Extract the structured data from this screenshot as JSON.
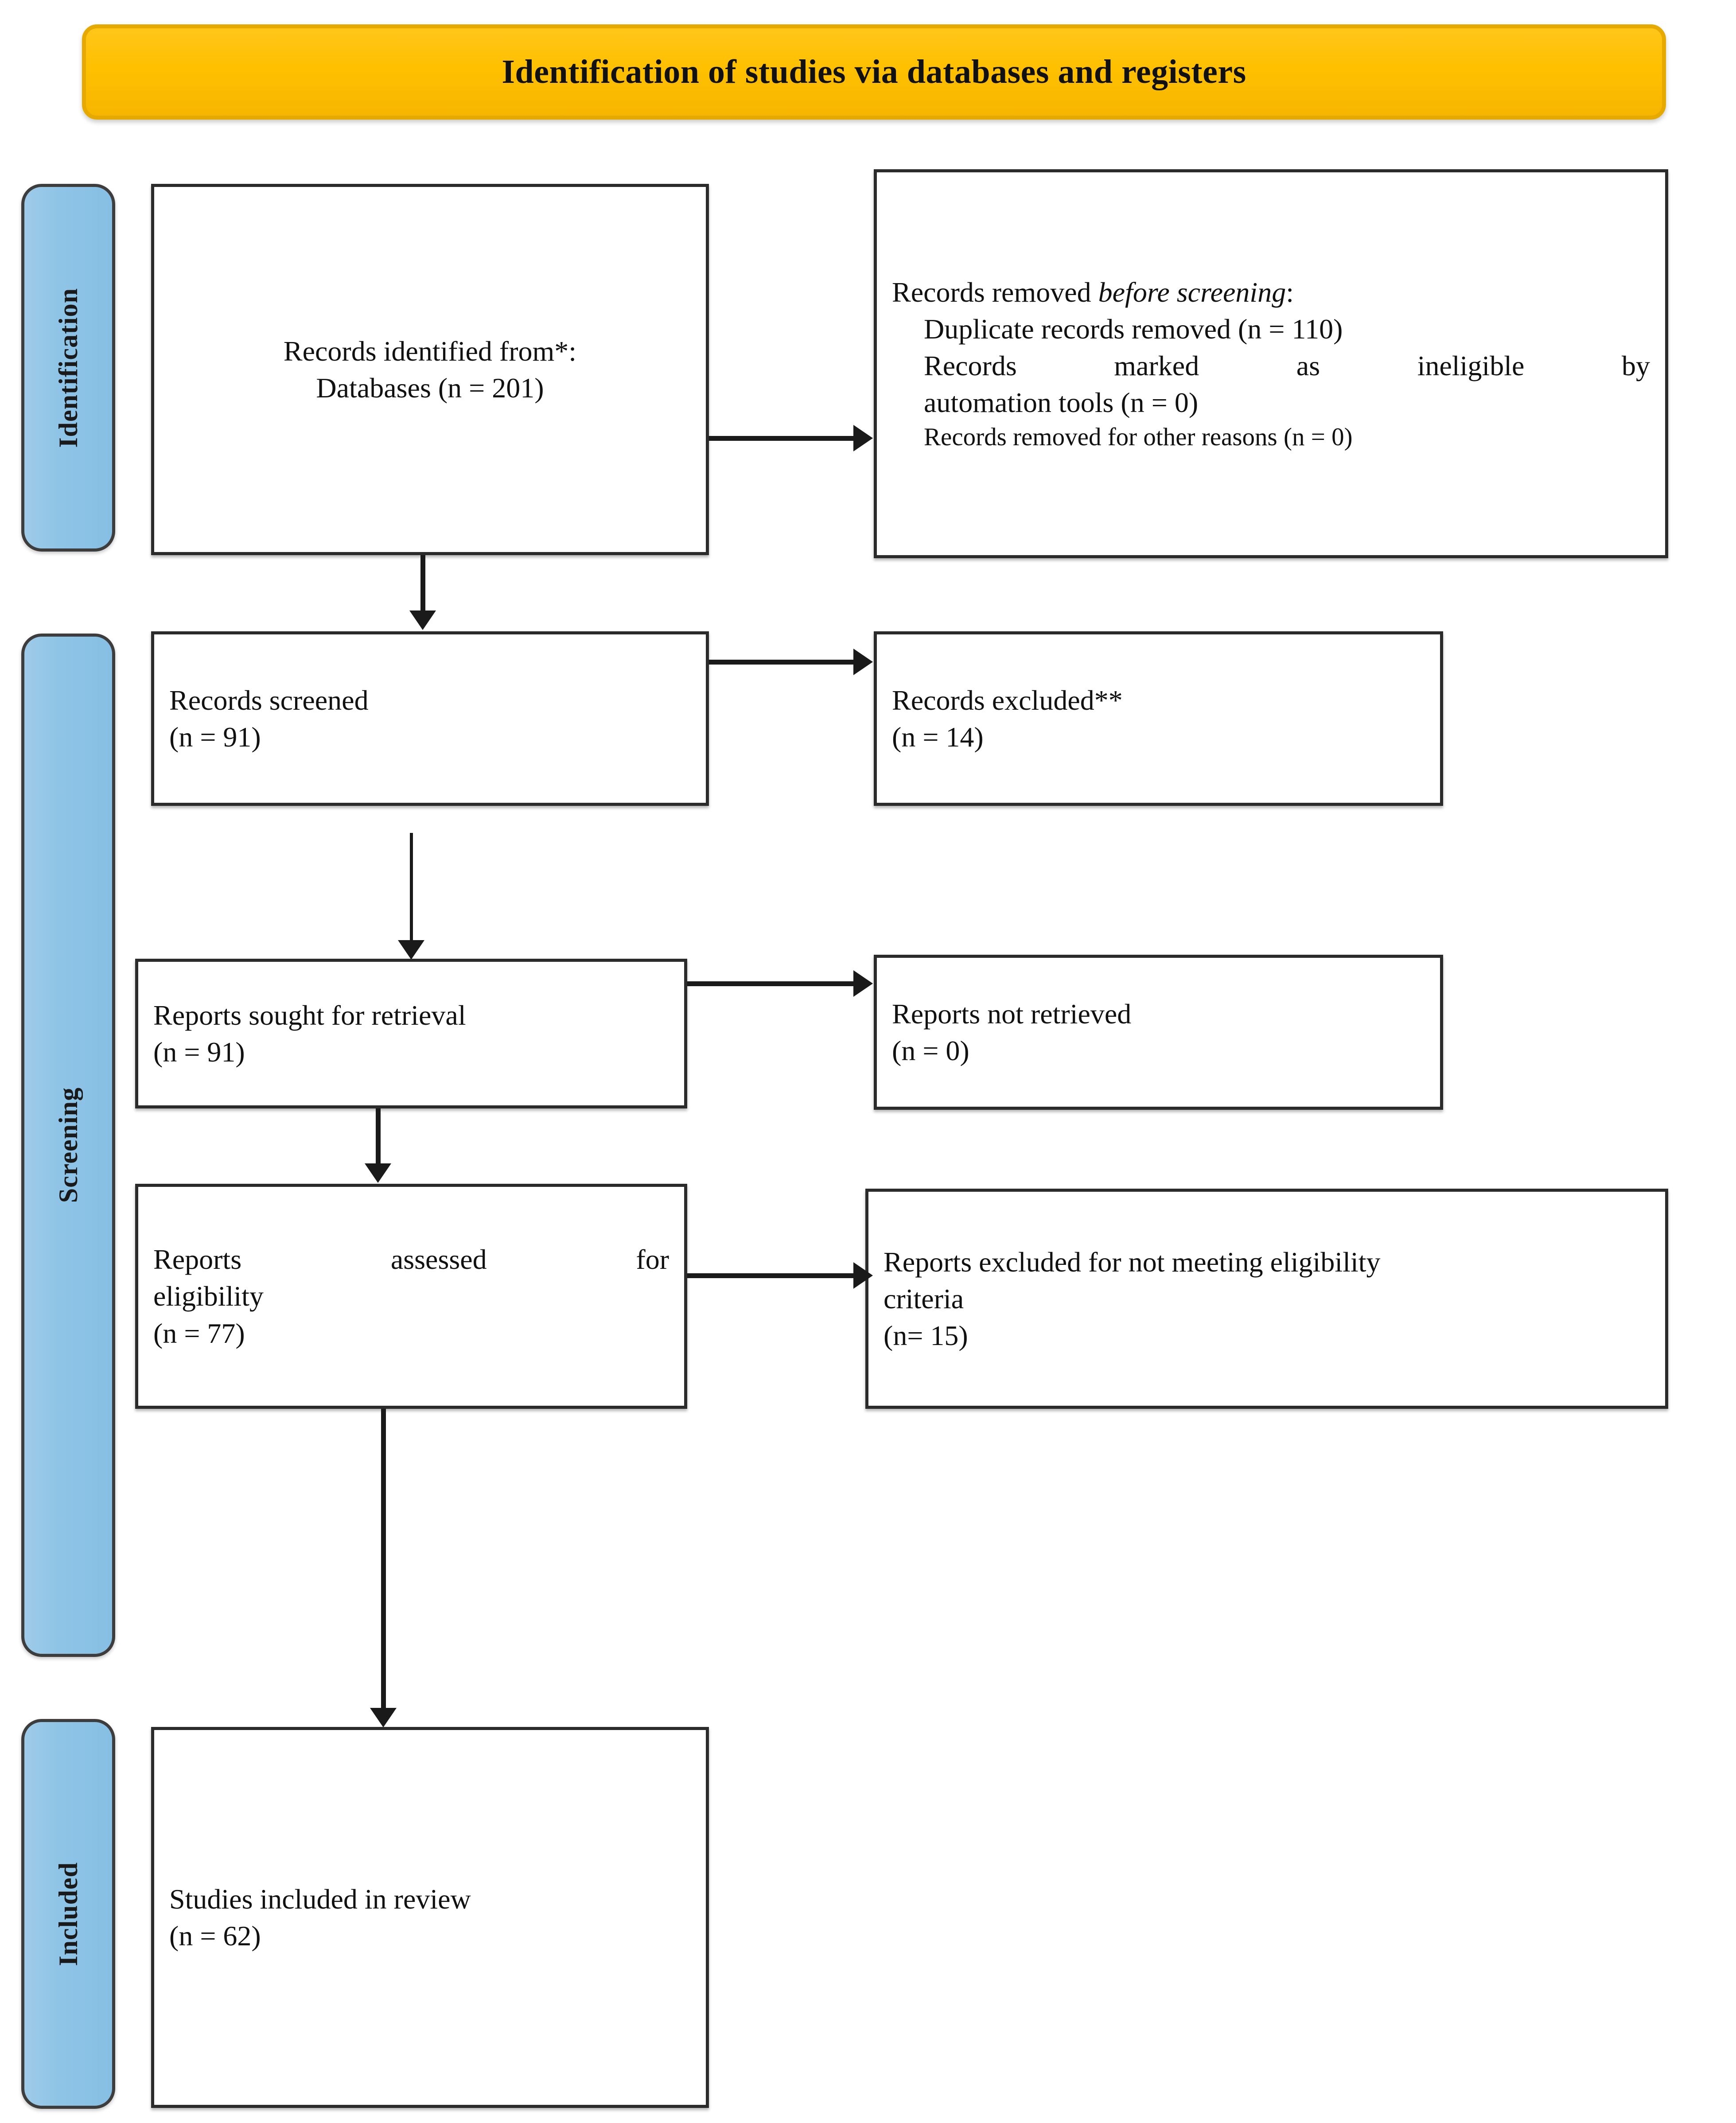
{
  "banner": {
    "title": "Identification of studies via databases and registers"
  },
  "phases": [
    {
      "name": "identification",
      "label": "Identification"
    },
    {
      "name": "screening",
      "label": "Screening"
    },
    {
      "name": "included",
      "label": "Included"
    }
  ],
  "boxes": {
    "records_identified": {
      "line1": "Records identified from*:",
      "line2": "Databases (n = 201)"
    },
    "records_removed": {
      "heading_prefix": "Records removed ",
      "heading_italic": "before screening",
      "heading_suffix": ":",
      "item1": "Duplicate records removed (n = 110)",
      "item2": "Records marked as ineligible by automation tools (n = 0)",
      "item2_a": "Records marked as ineligible by",
      "item2_b": "automation tools (n = 0)",
      "item3": "Records removed for other reasons (n = 0)"
    },
    "records_screened": {
      "line1": "Records screened",
      "line2": "(n = 91)"
    },
    "records_excluded": {
      "line1": "Records excluded**",
      "line2": " (n = 14)"
    },
    "reports_sought": {
      "line1": "Reports sought for retrieval",
      "line2": "(n = 91)"
    },
    "reports_not_retrieved": {
      "line1": "Reports not retrieved",
      "line2": "(n = 0)"
    },
    "reports_assessed": {
      "line1": "Reports assessed for",
      "line2": "eligibility",
      "line3": "(n = 77)"
    },
    "reports_excluded": {
      "line1": "Reports excluded for not meeting eligibility",
      "line2": "criteria",
      "line3": "(n= 15)"
    },
    "studies_included": {
      "line1": "Studies included in review",
      "line2": "(n = 62)"
    }
  },
  "chart_data": {
    "type": "diagram",
    "title": "Identification of studies via databases and registers",
    "nodes": [
      {
        "id": "records_identified",
        "phase": "Identification",
        "label": "Records identified from*: Databases",
        "n": 201
      },
      {
        "id": "records_removed",
        "phase": "Identification",
        "label": "Records removed before screening",
        "duplicates_n": 110,
        "ineligible_automation_n": 0,
        "other_reasons_n": 0
      },
      {
        "id": "records_screened",
        "phase": "Screening",
        "label": "Records screened",
        "n": 91
      },
      {
        "id": "records_excluded",
        "phase": "Screening",
        "label": "Records excluded**",
        "n": 14
      },
      {
        "id": "reports_sought",
        "phase": "Screening",
        "label": "Reports sought for retrieval",
        "n": 91
      },
      {
        "id": "reports_not_retrieved",
        "phase": "Screening",
        "label": "Reports not retrieved",
        "n": 0
      },
      {
        "id": "reports_assessed",
        "phase": "Screening",
        "label": "Reports assessed for eligibility",
        "n": 77
      },
      {
        "id": "reports_excluded",
        "phase": "Screening",
        "label": "Reports excluded for not meeting eligibility criteria",
        "n": 15
      },
      {
        "id": "studies_included",
        "phase": "Included",
        "label": "Studies included in review",
        "n": 62
      }
    ],
    "edges": [
      {
        "from": "records_identified",
        "to": "records_removed",
        "direction": "right"
      },
      {
        "from": "records_identified",
        "to": "records_screened",
        "direction": "down"
      },
      {
        "from": "records_screened",
        "to": "records_excluded",
        "direction": "right"
      },
      {
        "from": "records_screened",
        "to": "reports_sought",
        "direction": "down"
      },
      {
        "from": "reports_sought",
        "to": "reports_not_retrieved",
        "direction": "right"
      },
      {
        "from": "reports_sought",
        "to": "reports_assessed",
        "direction": "down"
      },
      {
        "from": "reports_assessed",
        "to": "reports_excluded",
        "direction": "right"
      },
      {
        "from": "reports_assessed",
        "to": "studies_included",
        "direction": "down"
      }
    ],
    "colors": {
      "banner": "#FFC000",
      "phase_bar": "#8FC4E6",
      "box_border": "#2B2B2B",
      "text": "#111111"
    }
  }
}
